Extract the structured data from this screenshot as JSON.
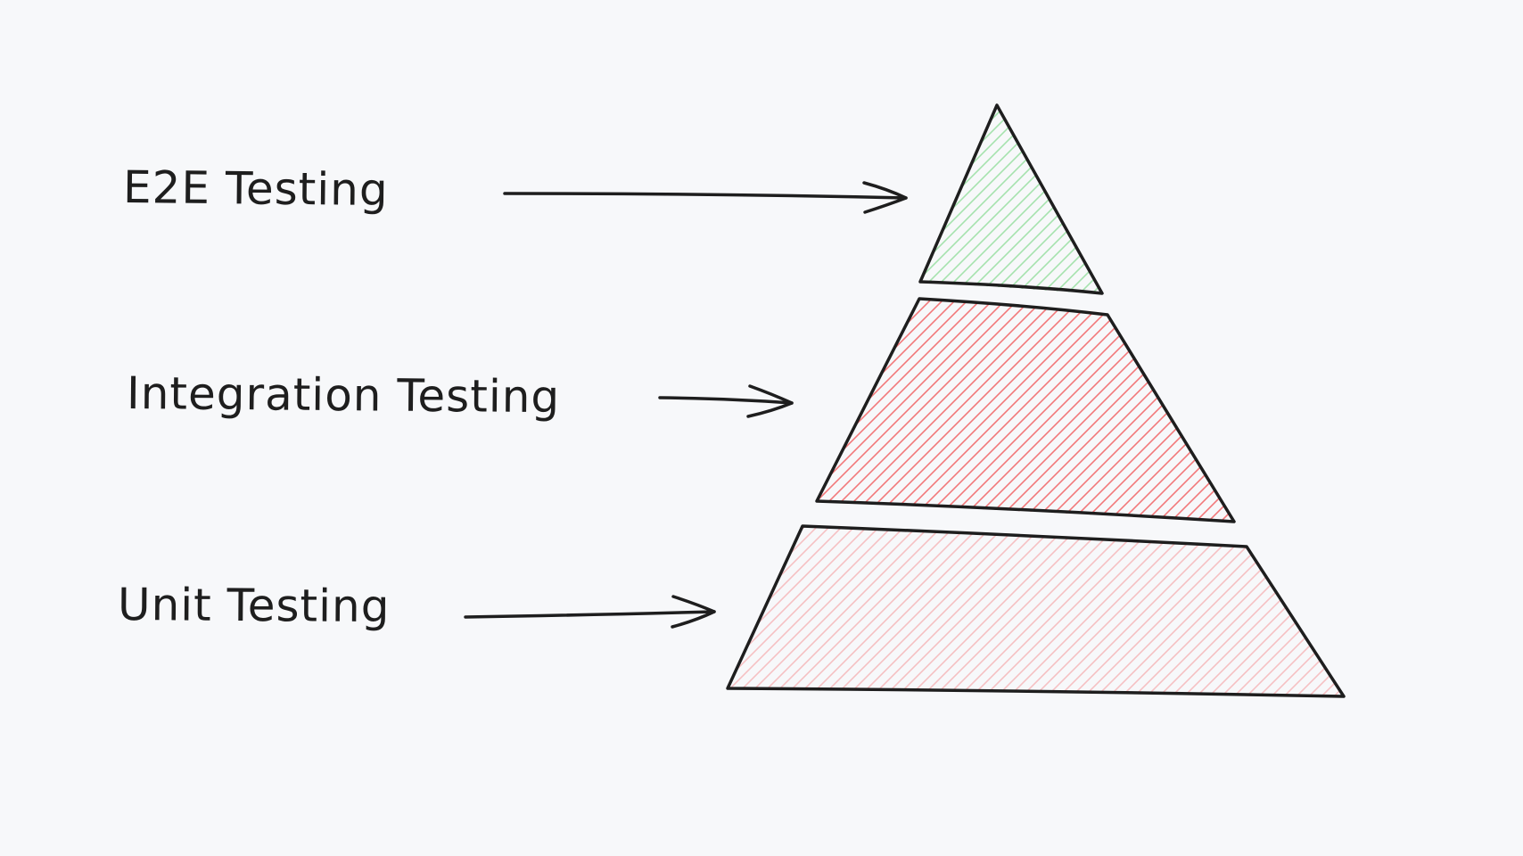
{
  "layers": [
    {
      "id": "e2e",
      "label": "E2E Testing",
      "fill_color": "#63d06f"
    },
    {
      "id": "integration",
      "label": "Integration Testing",
      "fill_color": "#f0585a"
    },
    {
      "id": "unit",
      "label": "Unit Testing",
      "fill_color": "#f58a8c"
    }
  ],
  "colors": {
    "background": "#f7f8fa",
    "stroke": "#1e1e1e"
  }
}
